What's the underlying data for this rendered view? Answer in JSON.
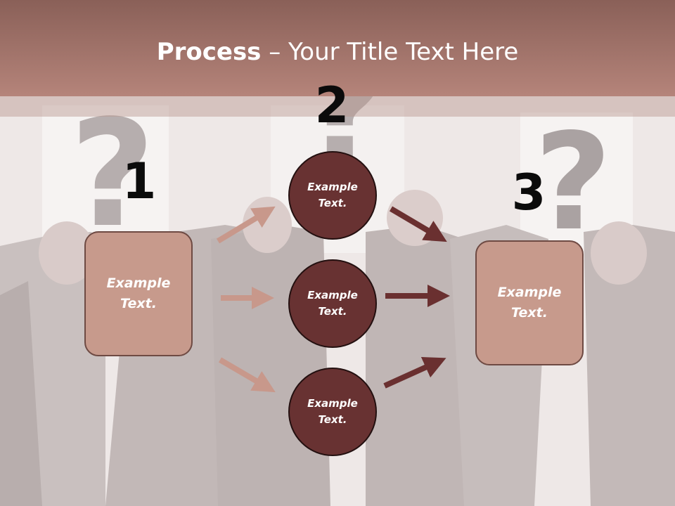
{
  "title": {
    "bold": "Process",
    "rest": " – Your Title Text Here"
  },
  "steps": [
    "1",
    "2",
    "3"
  ],
  "left_box": {
    "line1": "Example",
    "line2": "Text."
  },
  "right_box": {
    "line1": "Example",
    "line2": "Text."
  },
  "circles": [
    {
      "line1": "Example",
      "line2": "Text."
    },
    {
      "line1": "Example",
      "line2": "Text."
    },
    {
      "line1": "Example",
      "line2": "Text."
    }
  ],
  "colors": {
    "header": "#a5756b",
    "box_fill": "#c79a8c",
    "circle_fill": "#683232",
    "arrow_light": "#c8988b",
    "arrow_dark": "#6a3030"
  }
}
